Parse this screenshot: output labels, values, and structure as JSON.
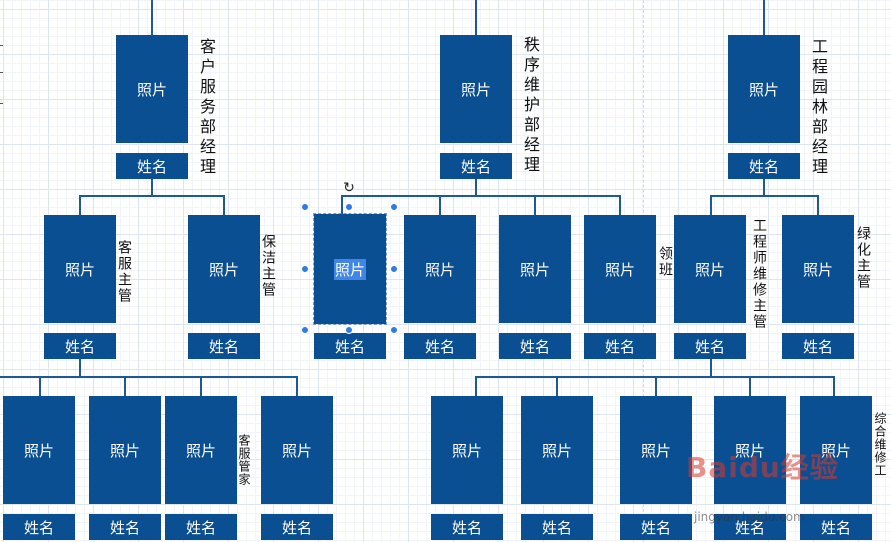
{
  "placeholder": {
    "photo": "照片",
    "name": "姓名"
  },
  "managers": {
    "customer_service": "客户服务部经理",
    "order_maintenance": "秩序维护部经理",
    "engineering_garden": "工程园林部经理"
  },
  "supervisors": {
    "customer_service": "客服主管",
    "cleaning": "保洁主管",
    "team_leader": "领班",
    "engineer_maintenance": "工程师维修主管",
    "greening": "绿化主管"
  },
  "staff": {
    "customer_butler": "客服管家",
    "general_maintenance": "综合维修工"
  },
  "watermark": {
    "brand": "Baidu经验",
    "url": "jingyan.baidu.com"
  },
  "colors": {
    "node_fill": "#0b4f93",
    "connector": "#1f5896",
    "selection_handle": "#2e7be6",
    "text_highlight": "#3f86e6"
  }
}
